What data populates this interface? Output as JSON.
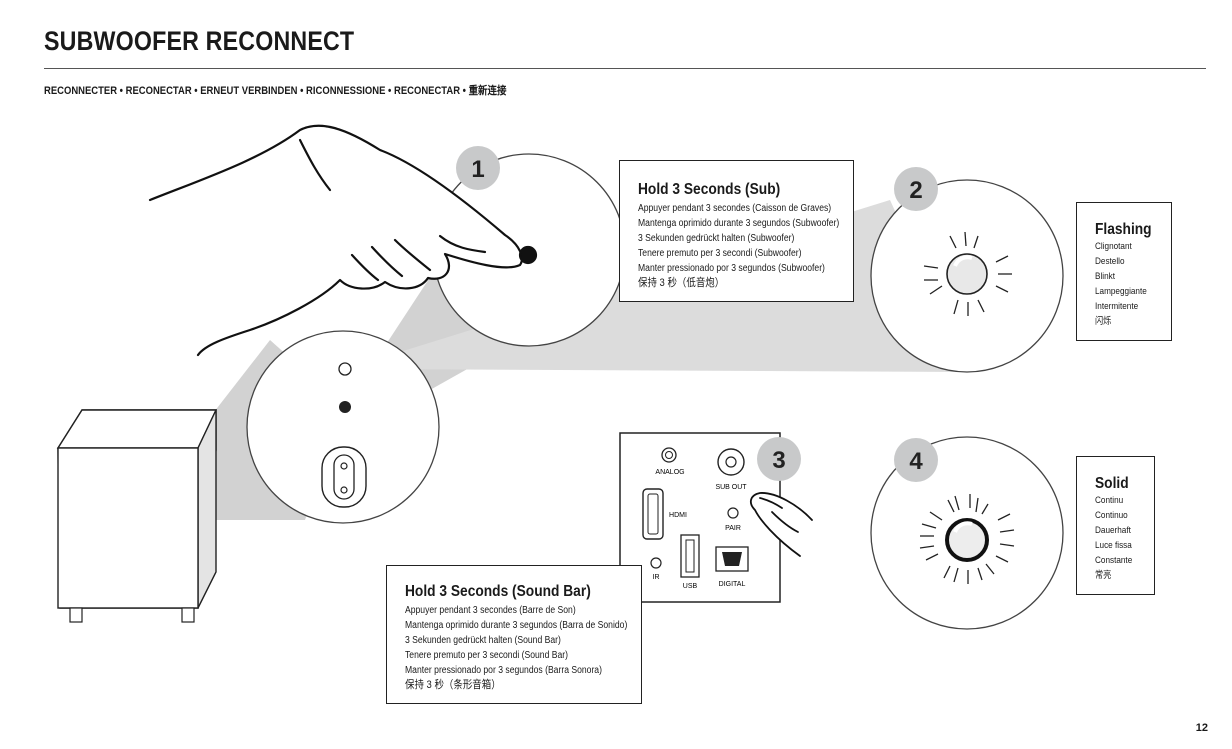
{
  "header": {
    "title": "SUBWOOFER RECONNECT",
    "subtitle": "RECONNECTER • RECONECTAR • ERNEUT VERBINDEN • RICONNESSIONE • RECONECTAR • 重新连接"
  },
  "steps": {
    "step1": "1",
    "step2": "2",
    "step3": "3",
    "step4": "4"
  },
  "sub_box": {
    "heading": "Hold 3 Seconds (Sub)",
    "lines": [
      "Appuyer pendant 3 secondes (Caisson de Graves)",
      "Mantenga oprimido durante 3 segundos (Subwoofer)",
      "3 Sekunden gedrückt halten (Subwoofer)",
      "Tenere premuto per 3 secondi (Subwoofer)",
      "Manter pressionado por 3 segundos (Subwoofer)",
      "保持 3 秒（低音炮）"
    ]
  },
  "soundbar_box": {
    "heading": "Hold 3 Seconds (Sound Bar)",
    "lines": [
      "Appuyer pendant 3 secondes (Barre de Son)",
      "Mantenga oprimido durante 3 segundos (Barra de Sonido)",
      "3 Sekunden gedrückt halten (Sound Bar)",
      "Tenere premuto per 3 secondi (Sound Bar)",
      "Manter pressionado por 3 segundos (Barra Sonora)",
      "保持 3 秒（条形音箱）"
    ]
  },
  "flashing_box": {
    "heading": "Flashing",
    "lines": [
      "Clignotant",
      "Destello",
      "Blinkt",
      "Lampeggiante",
      "Intermitente",
      "闪烁"
    ]
  },
  "solid_box": {
    "heading": "Solid",
    "lines": [
      "Continu",
      "Continuo",
      "Dauerhaft",
      "Luce fissa",
      "Constante",
      "常亮"
    ]
  },
  "panel": {
    "analog": "ANALOG",
    "sub_out": "SUB OUT",
    "hdmi": "HDMI",
    "pair": "PAIR",
    "ir": "IR",
    "usb": "USB",
    "digital": "DIGITAL"
  },
  "page_number": "12",
  "colors": {
    "badge": "#c8c9ca",
    "beam": "#cfcfcf",
    "ink": "#1a1a1a"
  },
  "icons": {
    "hand": "hand-pressing-icon",
    "subwoofer": "subwoofer-icon",
    "led_flashing": "led-flashing-icon",
    "led_solid": "led-solid-icon"
  }
}
